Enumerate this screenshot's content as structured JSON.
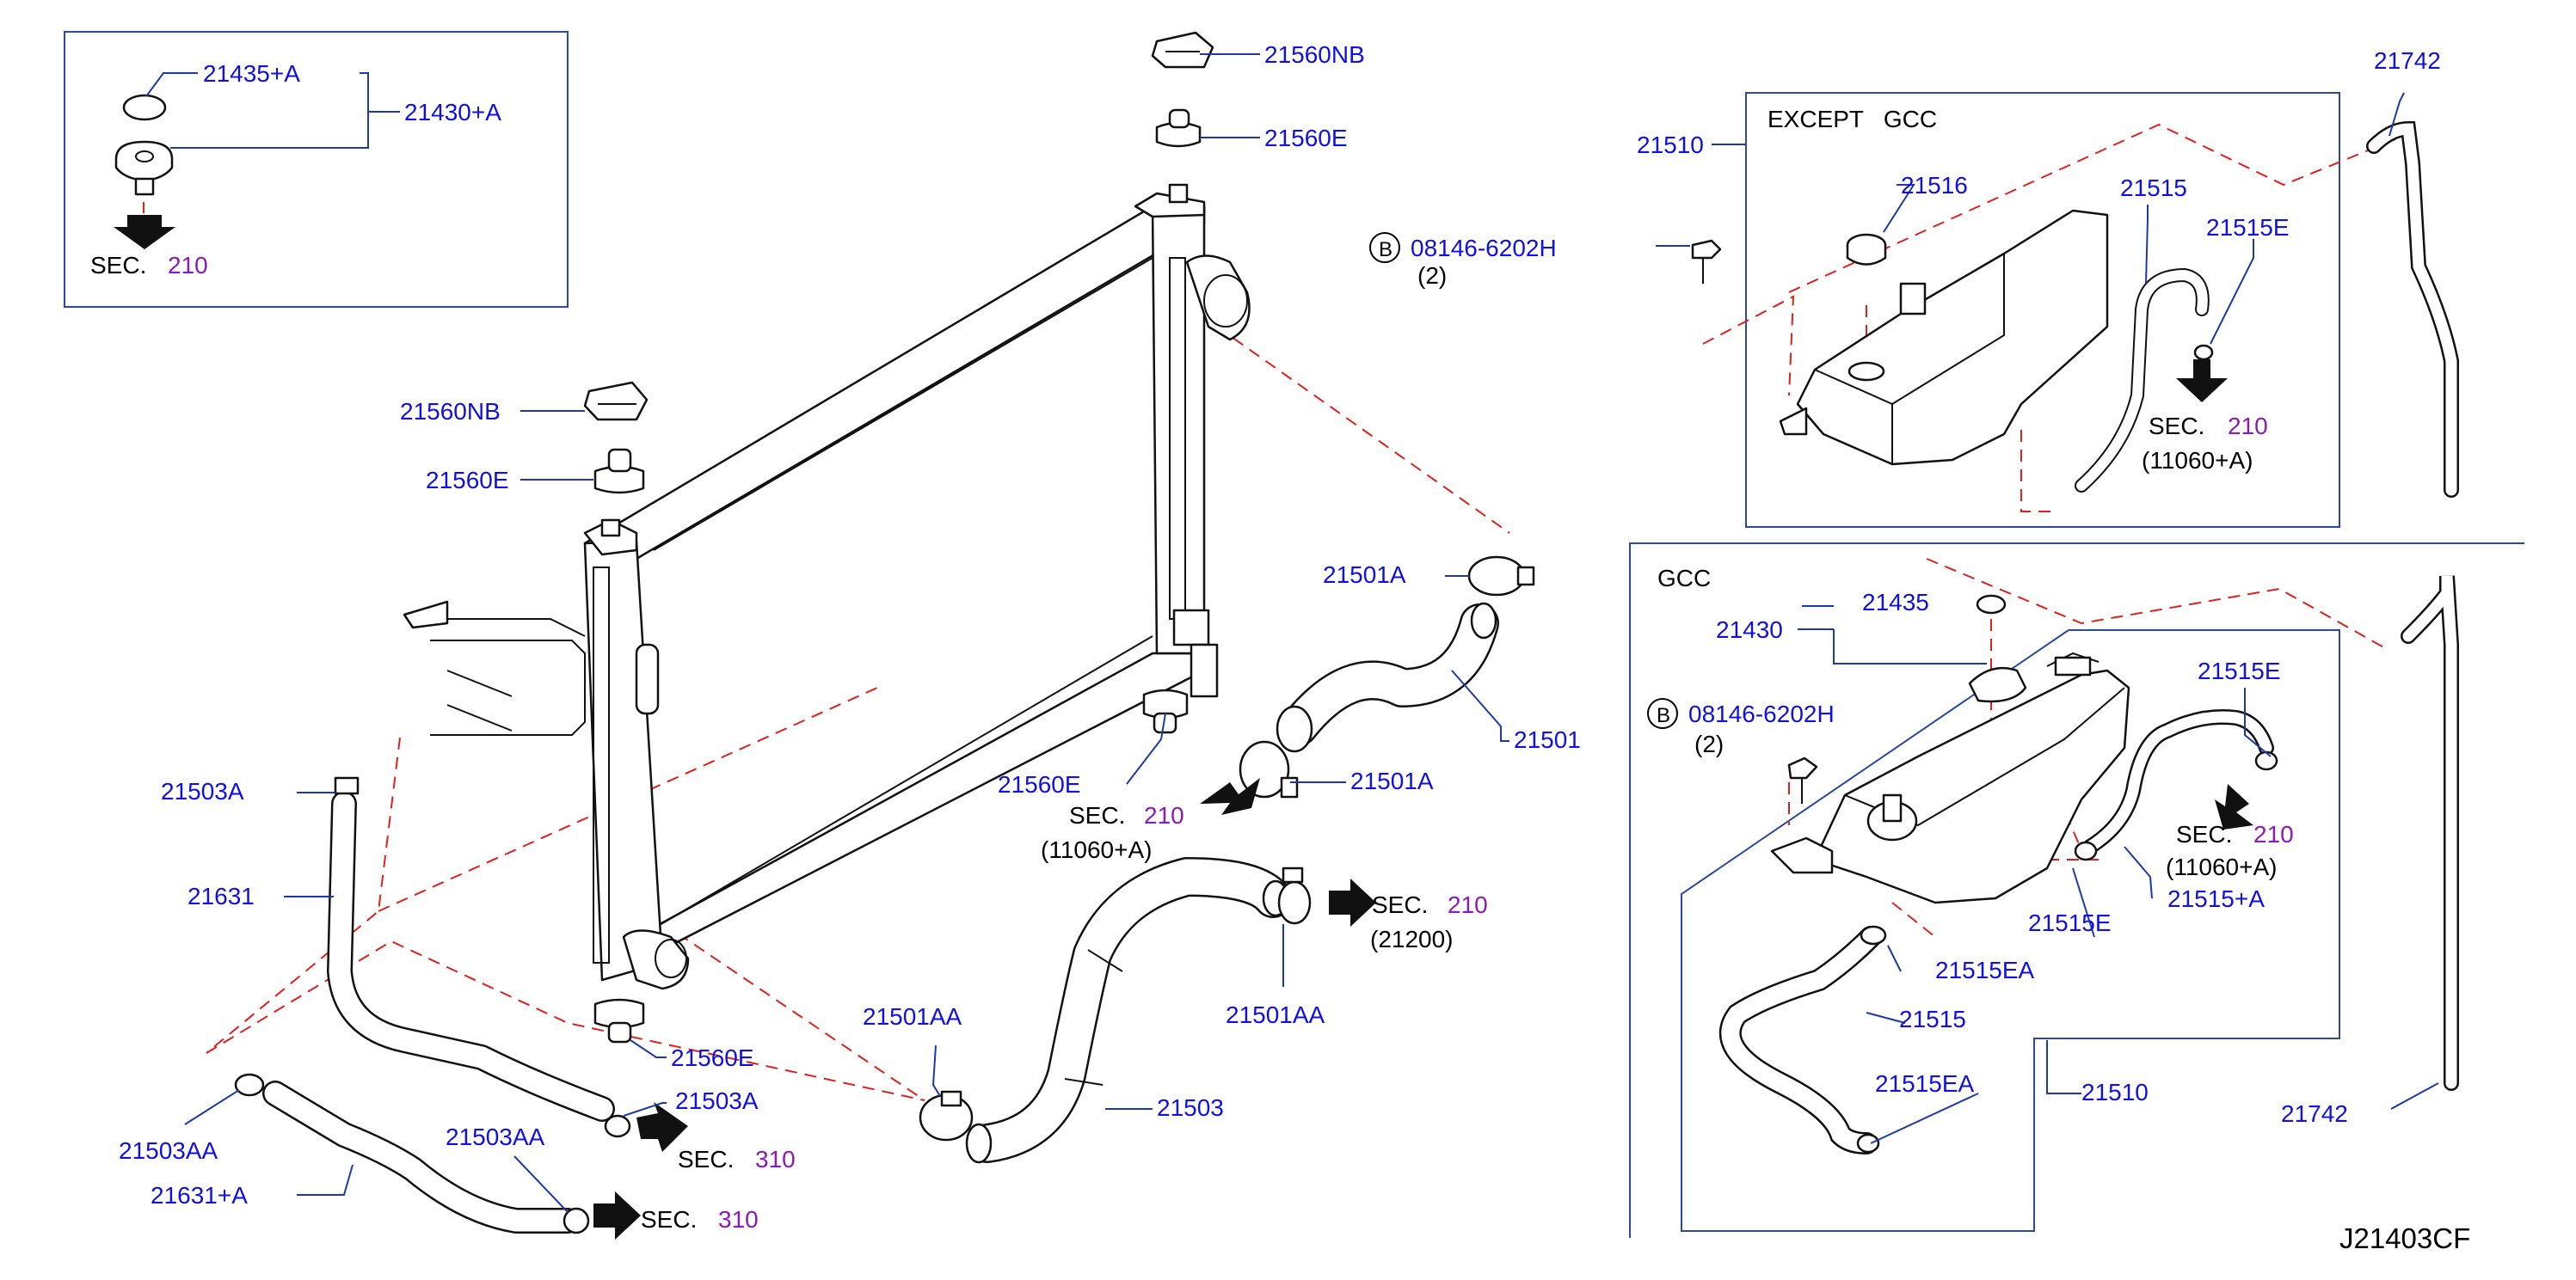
{
  "diagram_code": "J21403CF",
  "labels": {
    "p21435_A": "21435+A",
    "p21430_A": "21430+A",
    "sec210_a": "SEC.",
    "sec210_a_num": "210",
    "p21560NB_top": "21560NB",
    "p21560E_top": "21560E",
    "bolt_a": "08146-6202H",
    "bolt_a_qty": "(2)",
    "bolt_a_mark": "B",
    "p21560NB_left": "21560NB",
    "p21560E_left": "21560E",
    "p21501A_top": "21501A",
    "p21501": "21501",
    "p21501A_low": "21501A",
    "p21560E_mid": "21560E",
    "sec210_b": "SEC.",
    "sec210_b_num": "210",
    "sec210_b_sub": "(11060+A)",
    "p21503A_upper": "21503A",
    "p21631": "21631",
    "sec210_c": "SEC.",
    "sec210_c_num": "210",
    "sec210_c_sub": "(21200)",
    "p21501AA_right": "21501AA",
    "p21501AA_left": "21501AA",
    "p21503": "21503",
    "p21560E_bottom": "21560E",
    "p21503A_lower": "21503A",
    "sec310_a": "SEC.",
    "sec310_a_num": "310",
    "p21503AA_left": "21503AA",
    "p21503AA_right": "21503AA",
    "p21631_A": "21631+A",
    "sec310_b": "SEC.",
    "sec310_b_num": "310",
    "p21510_top": "21510",
    "except_gcc": "EXCEPT   GCC",
    "p21516": "21516",
    "p21515_top": "21515",
    "p21515E_top": "21515E",
    "sec210_d": "SEC.",
    "sec210_d_num": "210",
    "sec210_d_sub": "(11060+A)",
    "p21742_top": "21742",
    "gcc": "GCC",
    "p21435": "21435",
    "p21430": "21430",
    "bolt_b": "08146-6202H",
    "bolt_b_qty": "(2)",
    "bolt_b_mark": "B",
    "p21515E_right": "21515E",
    "sec210_e": "SEC.",
    "sec210_e_num": "210",
    "sec210_e_sub": "(11060+A)",
    "p21515_A": "21515+A",
    "p21515E_low": "21515E",
    "p21515EA_upper": "21515EA",
    "p21515_bottom": "21515",
    "p21515EA_lower": "21515EA",
    "p21510_bottom": "21510",
    "p21742_bottom": "21742"
  },
  "colors": {
    "part_number": "#1010e0",
    "section_number": "#8a1bb5",
    "leader_line": "#1b3aa8",
    "dashed_line": "#e0201c",
    "drawing": "#111111"
  }
}
